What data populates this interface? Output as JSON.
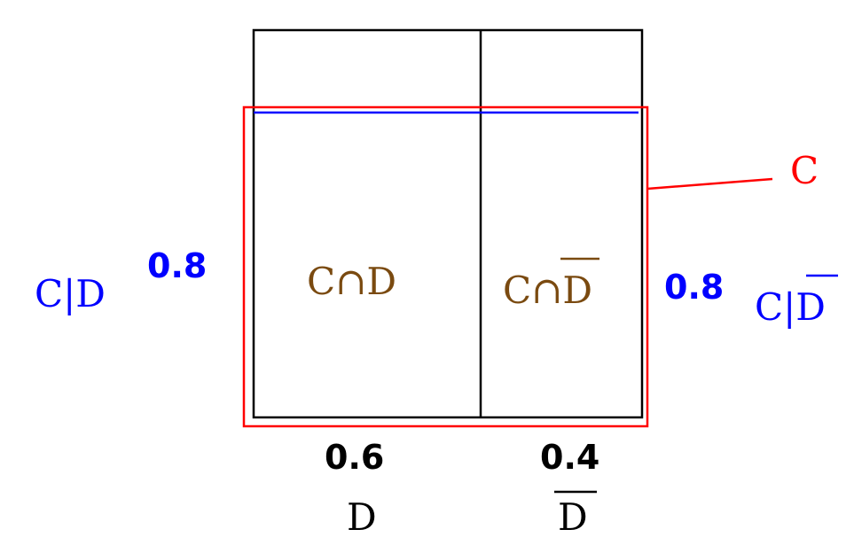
{
  "colors": {
    "outline": "#000000",
    "event_c": "#ff0000",
    "conditional": "#0000ff",
    "intersection": "#7a4a10"
  },
  "regions": {
    "left_label": "C∩D",
    "right_label_base": "C∩",
    "right_label_overlined": "D"
  },
  "event_c_label": "C",
  "conditional": {
    "left_label_base": "C|",
    "left_label_var": "D",
    "left_value": "0.8",
    "right_label_base": "C|",
    "right_label_overlined": "D",
    "right_value": "0.8"
  },
  "marginals": {
    "d_value": "0.6",
    "d_label": "D",
    "not_d_value": "0.4",
    "not_d_label": "D"
  }
}
